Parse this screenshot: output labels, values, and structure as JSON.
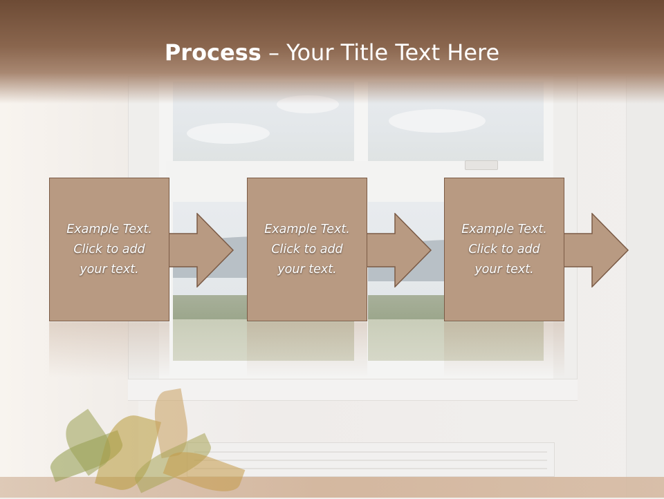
{
  "slide": {
    "title_bold": "Process",
    "title_rest": " – Your Title Text Here"
  },
  "steps": [
    {
      "text": "Example Text.\nClick  to add\nyour text."
    },
    {
      "text": "Example Text.\nClick  to add\nyour text."
    },
    {
      "text": "Example Text.\nClick  to add\nyour text."
    }
  ],
  "colors": {
    "title_band": "#6d4b35",
    "box_fill": "#b89a82",
    "box_border": "#7a5a45",
    "text": "#ffffff"
  }
}
